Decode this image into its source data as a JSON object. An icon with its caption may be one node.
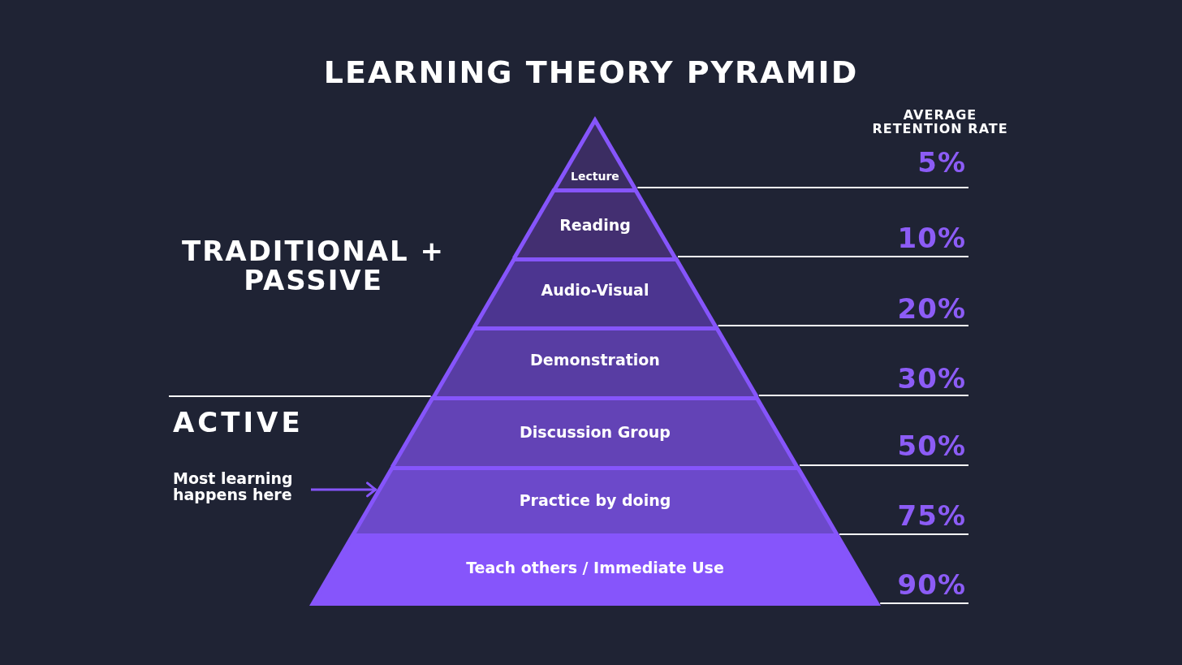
{
  "diagram": {
    "title": "LEARNING THEORY PYRAMID",
    "nodes": [
      {
        "text": [
          "Lecture"
        ]
      },
      {
        "text": [
          "Reading"
        ]
      },
      {
        "text": [
          "Audio-Visual"
        ]
      },
      {
        "text": [
          "Demonstration"
        ]
      },
      {
        "text": [
          "Discussion Group"
        ]
      },
      {
        "text": [
          "Practice by doing"
        ]
      },
      {
        "text": [
          "Teach others / Immediate Use"
        ]
      },
      {
        "text": [
          "Most learning happens here"
        ]
      },
      {
        "text": [
          "5%"
        ]
      },
      {
        "text": [
          "10%"
        ]
      },
      {
        "text": [
          "20%"
        ]
      },
      {
        "text": [
          "30%"
        ]
      },
      {
        "text": [
          "50%"
        ]
      },
      {
        "text": [
          "75%"
        ]
      },
      {
        "text": [
          "90%"
        ]
      }
    ],
    "edges": [
      {
        "from": 7,
        "to": 5,
        "arrow": "to",
        "color": "#8655fb"
      },
      {
        "from": 0,
        "to": 8,
        "arrow": "none"
      },
      {
        "from": 1,
        "to": 9,
        "arrow": "none"
      },
      {
        "from": 2,
        "to": 10,
        "arrow": "none"
      },
      {
        "from": 3,
        "to": 11,
        "arrow": "none"
      },
      {
        "from": 4,
        "to": 12,
        "arrow": "none"
      },
      {
        "from": 5,
        "to": 13,
        "arrow": "none"
      },
      {
        "from": 6,
        "to": 14,
        "arrow": "none"
      }
    ],
    "labels": [
      "AVERAGE RETENTION RATE",
      "TRADITIONAL + PASSIVE",
      "ACTIVE"
    ]
  }
}
